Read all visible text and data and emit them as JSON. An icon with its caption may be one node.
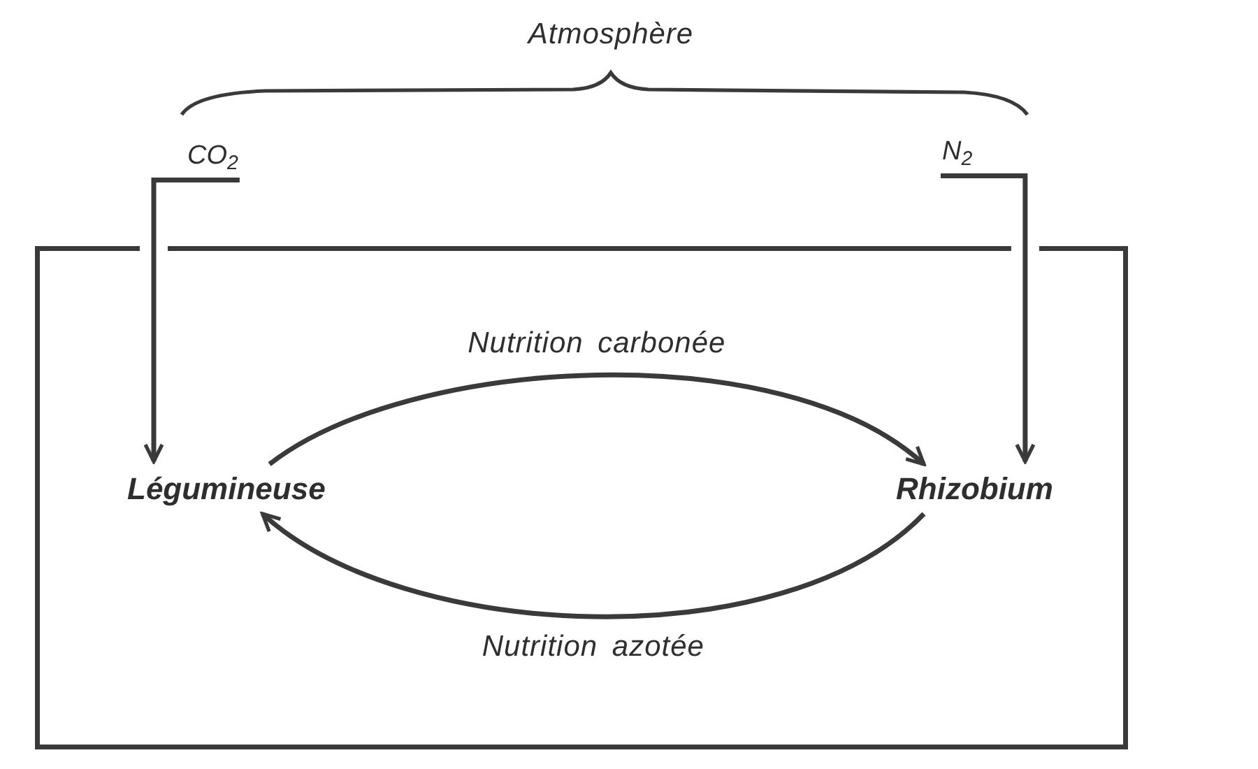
{
  "diagram": {
    "nodes": [
      {
        "text": [
          "CO$_{2}$"
        ]
      },
      {
        "text": [
          "N$_{2}$"
        ]
      },
      {
        "text": [],
        "shape": "box"
      },
      {
        "text": [
          "Légumineuse"
        ],
        "in": 2
      },
      {
        "text": [
          "Rhizobium"
        ],
        "in": 2
      }
    ],
    "edges": [
      {
        "from": 0,
        "to": 3,
        "arrow": "to"
      },
      {
        "from": 1,
        "to": 4,
        "arrow": "to"
      },
      {
        "from": 3,
        "to": 4,
        "arrow": "to",
        "label": "Nutrition carbonée"
      },
      {
        "from": 4,
        "to": 3,
        "arrow": "to",
        "label": "Nutrition azotée"
      }
    ],
    "labels": [
      "Atmosphère"
    ]
  }
}
